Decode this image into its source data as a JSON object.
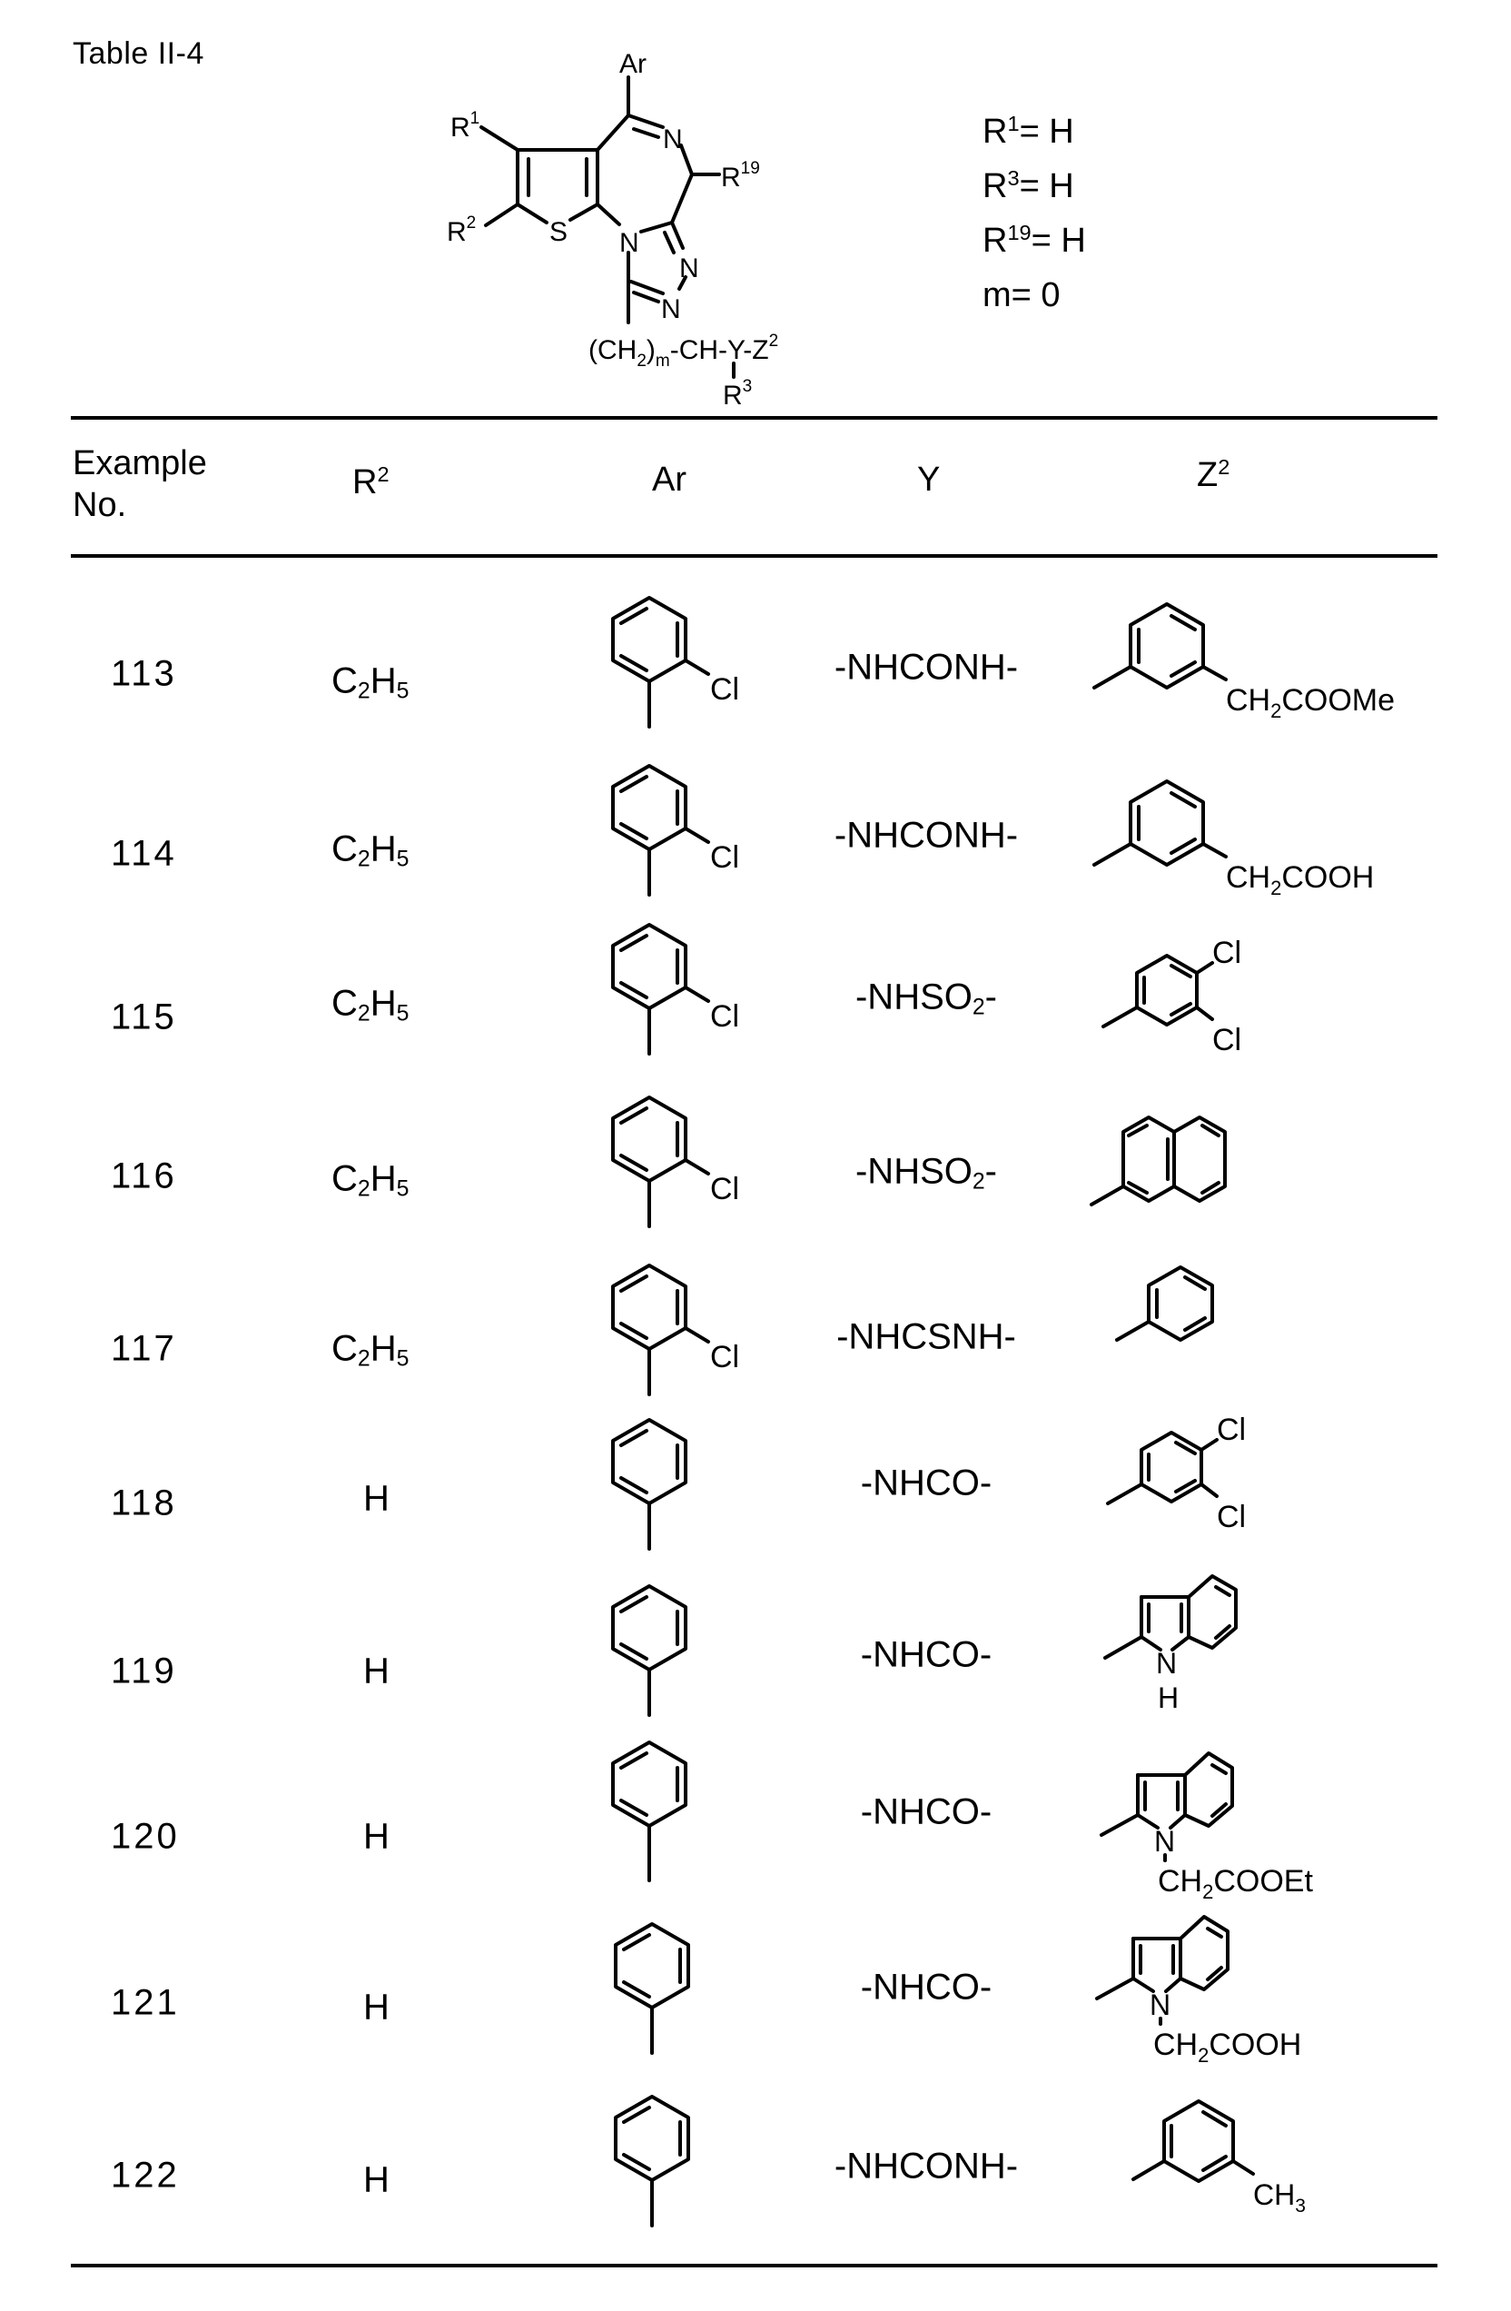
{
  "document": {
    "title": "Table II-4"
  },
  "scaffold": {
    "labels": {
      "ar": "Ar",
      "r1": "R",
      "r1_sup": "1",
      "r2": "R",
      "r2_sup": "2",
      "r19": "R",
      "r19_sup": "19",
      "s": "S",
      "n_imine": "N",
      "n_ring": "N",
      "n_triazole_1": "N",
      "n_triazole_2": "N",
      "chain_prefix": "(CH",
      "chain_sub": "2",
      "chain_paren": ")",
      "chain_m": "m",
      "chain_rest": "-CH-Y-Z",
      "chain_z_sup": "2",
      "r3": "R",
      "r3_sup": "3"
    },
    "conditions": [
      {
        "label": "R",
        "sup": "1",
        "value": "= H"
      },
      {
        "label": "R",
        "sup": "3",
        "value": "= H"
      },
      {
        "label": "R",
        "sup": "19",
        "value": "= H"
      },
      {
        "label": "m",
        "sup": "",
        "value": "= 0"
      }
    ]
  },
  "table": {
    "headers": {
      "example_line1": "Example",
      "example_line2": "No.",
      "r2": "R",
      "r2_sup": "2",
      "ar": "Ar",
      "y": "Y",
      "z2": "Z",
      "z2_sup": "2"
    },
    "rows": [
      {
        "no": "113",
        "r2": {
          "text": "C",
          "sub1": "2",
          "text2": "H",
          "sub2": "5"
        },
        "ar": "2-chlorophenyl",
        "ar_label": "Cl",
        "y": {
          "text": "-NHCONH-"
        },
        "z2": "3-(methoxycarbonylmethyl)phenyl",
        "z2_label": {
          "a": "CH",
          "sub": "2",
          "b": "COOMe"
        }
      },
      {
        "no": "114",
        "r2": {
          "text": "C",
          "sub1": "2",
          "text2": "H",
          "sub2": "5"
        },
        "ar": "2-chlorophenyl",
        "ar_label": "Cl",
        "y": {
          "text": "-NHCONH-"
        },
        "z2": "3-(carboxymethyl)phenyl",
        "z2_label": {
          "a": "CH",
          "sub": "2",
          "b": "COOH"
        }
      },
      {
        "no": "115",
        "r2": {
          "text": "C",
          "sub1": "2",
          "text2": "H",
          "sub2": "5"
        },
        "ar": "2-chlorophenyl",
        "ar_label": "Cl",
        "y": {
          "text": "-NHSO",
          "sub": "2",
          "text2": "-"
        },
        "z2": "3,4-dichlorophenyl",
        "z2_label": {
          "cl1": "Cl",
          "cl2": "Cl"
        }
      },
      {
        "no": "116",
        "r2": {
          "text": "C",
          "sub1": "2",
          "text2": "H",
          "sub2": "5"
        },
        "ar": "2-chlorophenyl",
        "ar_label": "Cl",
        "y": {
          "text": "-NHSO",
          "sub": "2",
          "text2": "-"
        },
        "z2": "2-naphthyl",
        "z2_label": {}
      },
      {
        "no": "117",
        "r2": {
          "text": "C",
          "sub1": "2",
          "text2": "H",
          "sub2": "5"
        },
        "ar": "2-chlorophenyl",
        "ar_label": "Cl",
        "y": {
          "text": "-NHCSNH-"
        },
        "z2": "phenyl",
        "z2_label": {}
      },
      {
        "no": "118",
        "r2": {
          "text": "H"
        },
        "ar": "phenyl",
        "ar_label": "",
        "y": {
          "text": "-NHCO-"
        },
        "z2": "3,4-dichlorophenyl",
        "z2_label": {
          "cl1": "Cl",
          "cl2": "Cl"
        }
      },
      {
        "no": "119",
        "r2": {
          "text": "H"
        },
        "ar": "phenyl",
        "ar_label": "",
        "y": {
          "text": "-NHCO-"
        },
        "z2": "indol-2-yl",
        "z2_label": {
          "n": "N",
          "h": "H"
        }
      },
      {
        "no": "120",
        "r2": {
          "text": "H"
        },
        "ar": "phenyl",
        "ar_label": "",
        "y": {
          "text": "-NHCO-"
        },
        "z2": "1-(ethoxycarbonylmethyl)indol-2-yl",
        "z2_label": {
          "n": "N",
          "a": "CH",
          "sub": "2",
          "b": "COOEt"
        }
      },
      {
        "no": "121",
        "r2": {
          "text": "H"
        },
        "ar": "phenyl",
        "ar_label": "",
        "y": {
          "text": "-NHCO-"
        },
        "z2": "1-(carboxymethyl)indol-2-yl",
        "z2_label": {
          "n": "N",
          "a": "CH",
          "sub": "2",
          "b": "COOH"
        }
      },
      {
        "no": "122",
        "r2": {
          "text": "H"
        },
        "ar": "phenyl",
        "ar_label": "",
        "y": {
          "text": "-NHCONH-"
        },
        "z2": "3-methylphenyl",
        "z2_label": {
          "a": "CH",
          "sub": "3"
        }
      }
    ]
  },
  "colors": {
    "ink": "#000000",
    "paper": "#ffffff"
  }
}
